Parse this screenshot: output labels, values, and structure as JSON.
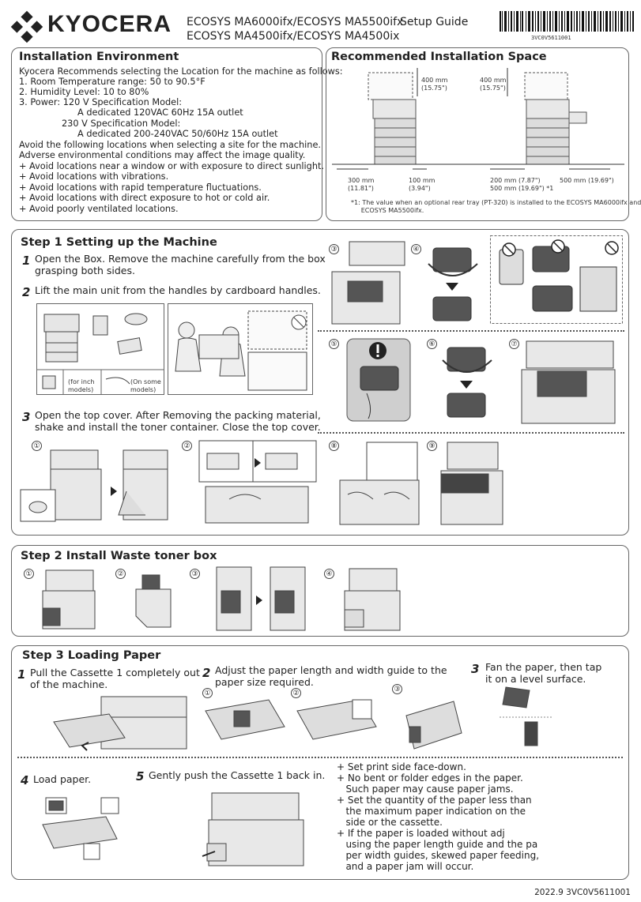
{
  "header": {
    "brand": "KYOCERA",
    "model_line_1": "ECOSYS MA6000ifx/ECOSYS MA5500ifx",
    "model_line_2": "ECOSYS MA4500ifx/ECOSYS MA4500ix",
    "doc_type": "Setup Guide",
    "barcode_code": "3VC0V5611001"
  },
  "install_env": {
    "title": "Installation Environment",
    "lines": [
      "Kyocera Recommends selecting the Location for the machine as follows:",
      "1. Room Temperature range: 50 to 90.5°F",
      "2. Humidity Level: 10 to 80%",
      "3. Power: 120 V Specification Model:",
      "A dedicated 120VAC 60Hz 15A outlet",
      "230 V Specification Model:",
      "A dedicated 200-240VAC 50/60Hz 15A outlet",
      "Avoid the following locations when selecting a site for the machine.",
      "Adverse environmental conditions may affect the image quality.",
      "+ Avoid locations near a window or with exposure to direct sunlight.",
      "+ Avoid locations with vibrations.",
      "+ Avoid locations with rapid temperature fluctuations.",
      "+ Avoid locations with direct exposure to hot or cold air.",
      "+ Avoid poorly ventilated locations."
    ]
  },
  "install_space": {
    "title": "Recommended Installation Space",
    "top_left": "400 mm\n(15.75\")",
    "top_right": "400 mm\n(15.75\")",
    "d1": "300 mm\n(11.81\")",
    "d2": "100 mm\n(3.94\")",
    "d3": "200 mm (7.87\")\n500 mm (19.69\") *1",
    "d4": "500 mm (19.69\")",
    "note": "*1: The value when an optional rear tray (PT-320) is installed to the ECOSYS MA6000ifx and\n     ECOSYS MA5500ifx."
  },
  "step1": {
    "title": "Step 1 Setting up the Machine",
    "s1_num": "1",
    "s1_text": "Open the Box. Remove the machine carefully from the box\ngrasping both sides.",
    "s2_num": "2",
    "s2_text": "Lift the main unit from the handles by cardboard handles.",
    "s3_num": "3",
    "s3_text": "Open the top cover. After Removing the packing material,\nshake and install the toner container. Close the top cover.",
    "note_inch": "(for inch\nmodels)",
    "note_some": "(On some\nmodels)",
    "circles": [
      "①",
      "②",
      "③",
      "④",
      "⑤",
      "⑥",
      "⑦",
      "⑧",
      "⑨"
    ]
  },
  "step2": {
    "title": "Step 2 Install Waste toner box",
    "circles": [
      "①",
      "②",
      "③",
      "④"
    ]
  },
  "step3": {
    "title": "Step 3 Loading Paper",
    "s1_num": "1",
    "s1_text": "Pull the Cassette 1 completely out\nof the machine.",
    "s2_num": "2",
    "s2_text": "Adjust the paper length and width guide to the\npaper size required.",
    "s3_num": "3",
    "s3_text": "Fan the paper, then tap\nit on a level surface.",
    "s4_num": "4",
    "s4_text": "Load paper.",
    "s5_num": "5",
    "s5_text": "Gently push the Cassette 1 back in.",
    "notes": "+ Set print side face-down.\n+ No bent or folder edges in the paper.\n   Such paper may cause paper jams.\n+ Set the quantity of the paper less than\n   the maximum paper indication on the\n   side or the cassette.\n+ If the paper is loaded without adj\n   using the paper length guide and the pa\n   per width guides, skewed paper feeding,\n   and a paper jam will occur.",
    "circles": [
      "①",
      "②",
      "③"
    ]
  },
  "footer": {
    "code": "2022.9 3VC0V5611001"
  }
}
